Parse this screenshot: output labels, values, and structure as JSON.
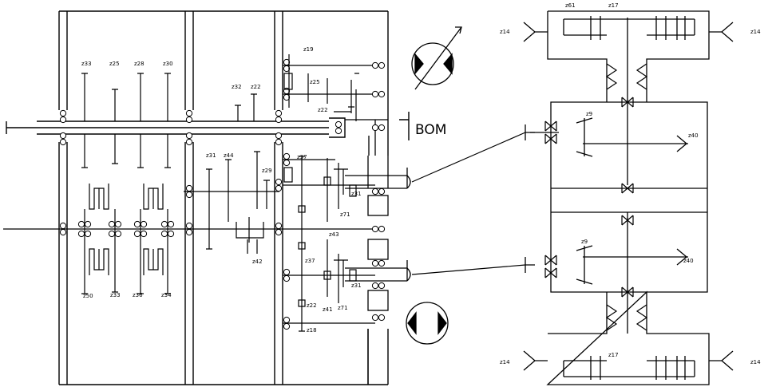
{
  "diagram": {
    "shaft_label": "BOM",
    "gearbox_labels": [
      {
        "id": "z33-top",
        "text": "z33"
      },
      {
        "id": "z25-top",
        "text": "z25"
      },
      {
        "id": "z28",
        "text": "z28"
      },
      {
        "id": "z30",
        "text": "z30"
      },
      {
        "id": "z32",
        "text": "z32"
      },
      {
        "id": "z22a",
        "text": "z22"
      },
      {
        "id": "z19-top",
        "text": "z19"
      },
      {
        "id": "z25-mid",
        "text": "z25"
      },
      {
        "id": "z22b",
        "text": "z22"
      },
      {
        "id": "z31a",
        "text": "z31"
      },
      {
        "id": "z44",
        "text": "z44"
      },
      {
        "id": "z29",
        "text": "z29"
      },
      {
        "id": "z37a",
        "text": "z37"
      },
      {
        "id": "z31b",
        "text": "z31"
      },
      {
        "id": "z71a",
        "text": "z71"
      },
      {
        "id": "z43",
        "text": "z43"
      },
      {
        "id": "z42",
        "text": "z42"
      },
      {
        "id": "z37b",
        "text": "z37"
      },
      {
        "id": "z31c",
        "text": "z31"
      },
      {
        "id": "z22c",
        "text": "z22"
      },
      {
        "id": "z41",
        "text": "z41"
      },
      {
        "id": "z71b",
        "text": "z71"
      },
      {
        "id": "z18",
        "text": "z18"
      },
      {
        "id": "z50",
        "text": "z50"
      },
      {
        "id": "z33-bot",
        "text": "z33"
      },
      {
        "id": "z36",
        "text": "z36"
      },
      {
        "id": "z34",
        "text": "z34"
      }
    ],
    "axle_labels": [
      {
        "id": "z61",
        "text": "z61"
      },
      {
        "id": "z17-top",
        "text": "z17"
      },
      {
        "id": "z14-tl",
        "text": "z14"
      },
      {
        "id": "z14-tr",
        "text": "z14"
      },
      {
        "id": "z9-top",
        "text": "z9"
      },
      {
        "id": "z40-top",
        "text": "z40"
      },
      {
        "id": "z9-bot",
        "text": "z9"
      },
      {
        "id": "z40-bot",
        "text": "z40"
      },
      {
        "id": "z17-bot",
        "text": "z17"
      },
      {
        "id": "z14-bl",
        "text": "z14"
      },
      {
        "id": "z14-br",
        "text": "z14"
      }
    ]
  }
}
